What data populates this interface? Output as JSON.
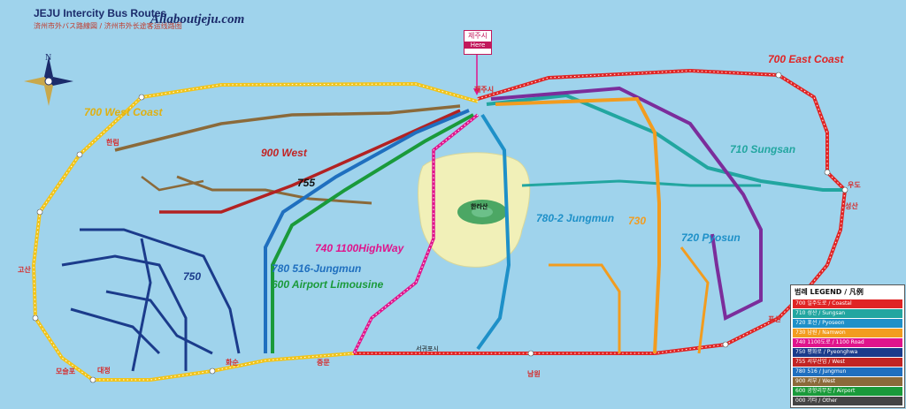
{
  "header": {
    "title": "JEJU Intercity Bus Routes",
    "subtitle": "済州市外バス路線図 / 济州市外长途客运线路图",
    "site": "Allaboutjeju.com"
  },
  "terminal_sign": {
    "ko": "제주시",
    "en": "Here"
  },
  "routes": {
    "r700_east": {
      "label": "700 East Coast",
      "color": "#e02424"
    },
    "r700_west": {
      "label": "700 West Coast",
      "color": "#f2c418"
    },
    "r900": {
      "label": "900 West",
      "color": "#c22424"
    },
    "r755": {
      "label": "755",
      "color": "#111111"
    },
    "r710": {
      "label": "710 Sungsan",
      "color": "#22a6a0"
    },
    "r780_2": {
      "label": "780-2 Jungmun",
      "color": "#1e90c8"
    },
    "r730": {
      "label": "730",
      "color": "#f29c1f"
    },
    "r720": {
      "label": "720 Pyosun",
      "color": "#1e90c8"
    },
    "r740": {
      "label": "740 1100HighWay",
      "color": "#e0148c"
    },
    "r780": {
      "label": "780 516-Jungmun",
      "color": "#1f6fbf"
    },
    "r600": {
      "label": "600 Airport Limousine",
      "color": "#1a9a3a"
    },
    "r750": {
      "label": "750",
      "color": "#1b3b8b"
    }
  },
  "places": {
    "hallim": "한림",
    "sungsan": "성산",
    "daejeong": "대정",
    "hwasun": "화순",
    "jungmun": "중문",
    "namwon": "남원",
    "pyoseon": "표선",
    "mosulpo": "모슬포",
    "gosan": "고산",
    "hallasan": "한라산",
    "seogwipo": "서귀포시",
    "udo": "우도",
    "jeju": "제주시"
  },
  "legend": {
    "title": "범례 LEGEND / 凡例",
    "rows": [
      {
        "label": "700 일주도로 / Coastal",
        "color": "#e02424"
      },
      {
        "label": "710 성산 / Sungsan",
        "color": "#22a6a0"
      },
      {
        "label": "720 표선 / Pyoseon",
        "color": "#1e90c8"
      },
      {
        "label": "730 남원 / Namwon",
        "color": "#f29c1f"
      },
      {
        "label": "740 1100도로 / 1100 Road",
        "color": "#e0148c"
      },
      {
        "label": "750 평화로 / Pyeonghwa",
        "color": "#1b3b8b"
      },
      {
        "label": "755 서부산업 / West",
        "color": "#c22424"
      },
      {
        "label": "780 516 / Jungmun",
        "color": "#1f6fbf"
      },
      {
        "label": "900 서부 / West",
        "color": "#8b6a3a"
      },
      {
        "label": "600 공항리무진 / Airport",
        "color": "#1a9a3a"
      },
      {
        "label": "000 기타 / Other",
        "color": "#444444"
      }
    ]
  },
  "compass": "N"
}
